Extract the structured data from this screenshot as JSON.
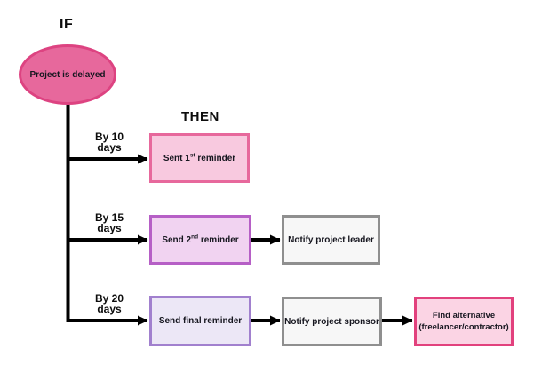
{
  "flowchart": {
    "if_label": "IF",
    "then_label": "THEN",
    "start_node": {
      "label": "Project is delayed",
      "shape": "ellipse",
      "fill": "#e7689c",
      "border": "#dd4381"
    },
    "branches": [
      {
        "condition": "By 10\ndays",
        "steps": [
          {
            "prefix": "Sent 1",
            "sup": "st",
            "suffix": " reminder",
            "fill": "#f8c9df",
            "border": "#e7689c"
          }
        ]
      },
      {
        "condition": "By 15\ndays",
        "steps": [
          {
            "prefix": "Send 2",
            "sup": "nd",
            "suffix": " reminder",
            "fill": "#f1d3f1",
            "border": "#b65fc6"
          },
          {
            "label": "Notify project leader",
            "fill": "#f7f7f7",
            "border": "#8f8f8f"
          }
        ]
      },
      {
        "condition": "By 20\ndays",
        "steps": [
          {
            "label": "Send final reminder",
            "fill": "#ece7f6",
            "border": "#a180ce"
          },
          {
            "label": "Notify project sponsor",
            "fill": "#f7f7f7",
            "border": "#8f8f8f"
          },
          {
            "label": "Find alternative\n(freelancer/contractor)",
            "fill": "#fbd4e4",
            "border": "#e2417d"
          }
        ]
      }
    ],
    "colors": {
      "background": "#ffffff",
      "connector_line": "#000000",
      "text": "#0d0d0d"
    }
  }
}
